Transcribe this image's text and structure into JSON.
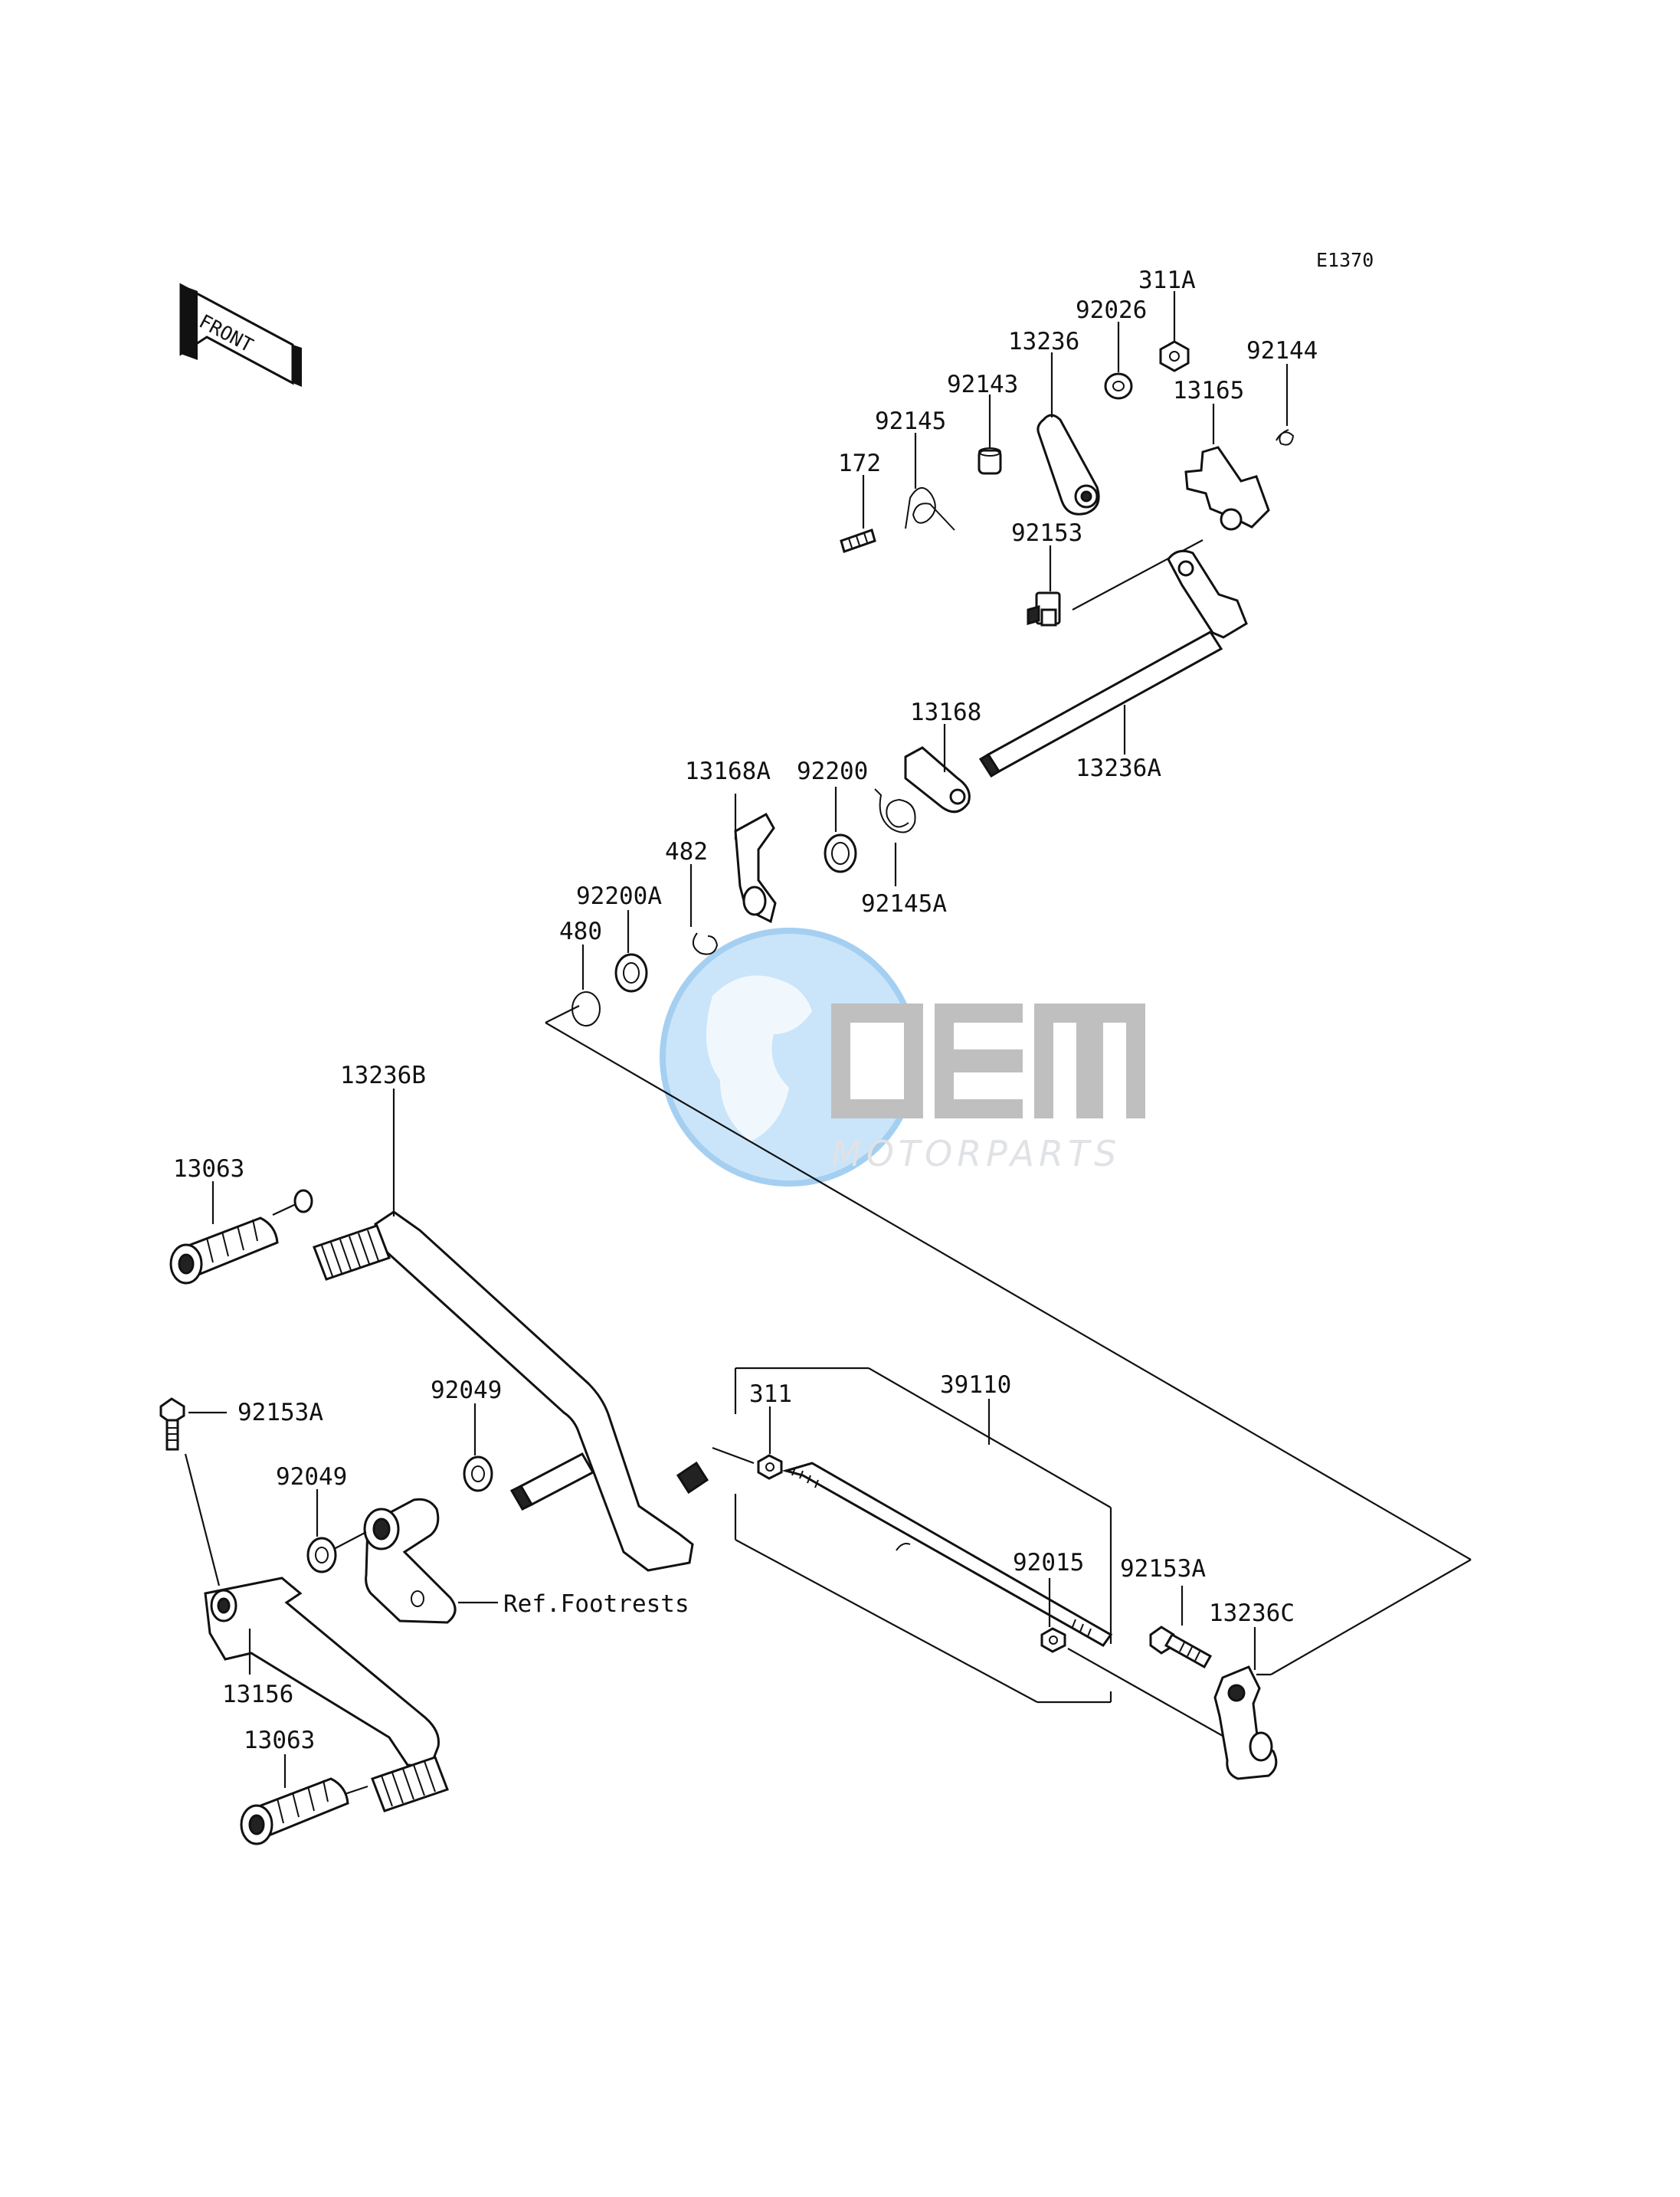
{
  "diagram_code": "E1370",
  "front_label": "FRONT",
  "watermark": {
    "brand": "OEM",
    "sub": "MOTORPARTS"
  },
  "labels": {
    "p311A": "311A",
    "p92026": "92026",
    "p92144": "92144",
    "p13236": "13236",
    "p13165": "13165",
    "p92143": "92143",
    "p92145": "92145",
    "p172": "172",
    "p92153": "92153",
    "p13168": "13168",
    "p13236A": "13236A",
    "p13168A": "13168A",
    "p92200": "92200",
    "p482": "482",
    "p92145A": "92145A",
    "p92200A": "92200A",
    "p480": "480",
    "p13236B": "13236B",
    "p13063_top": "13063",
    "p92049_top": "92049",
    "p92153A_left": "92153A",
    "p92049_mid": "92049",
    "p311": "311",
    "p39110": "39110",
    "p92015": "92015",
    "p92153A_right": "92153A",
    "p13236C": "13236C",
    "ref_footrests": "Ref.Footrests",
    "p13156": "13156",
    "p13063_bottom": "13063"
  },
  "colors": {
    "ink": "#111111",
    "watermark_blue": "#5aa9e6",
    "watermark_gray": "#9a9a9a"
  }
}
